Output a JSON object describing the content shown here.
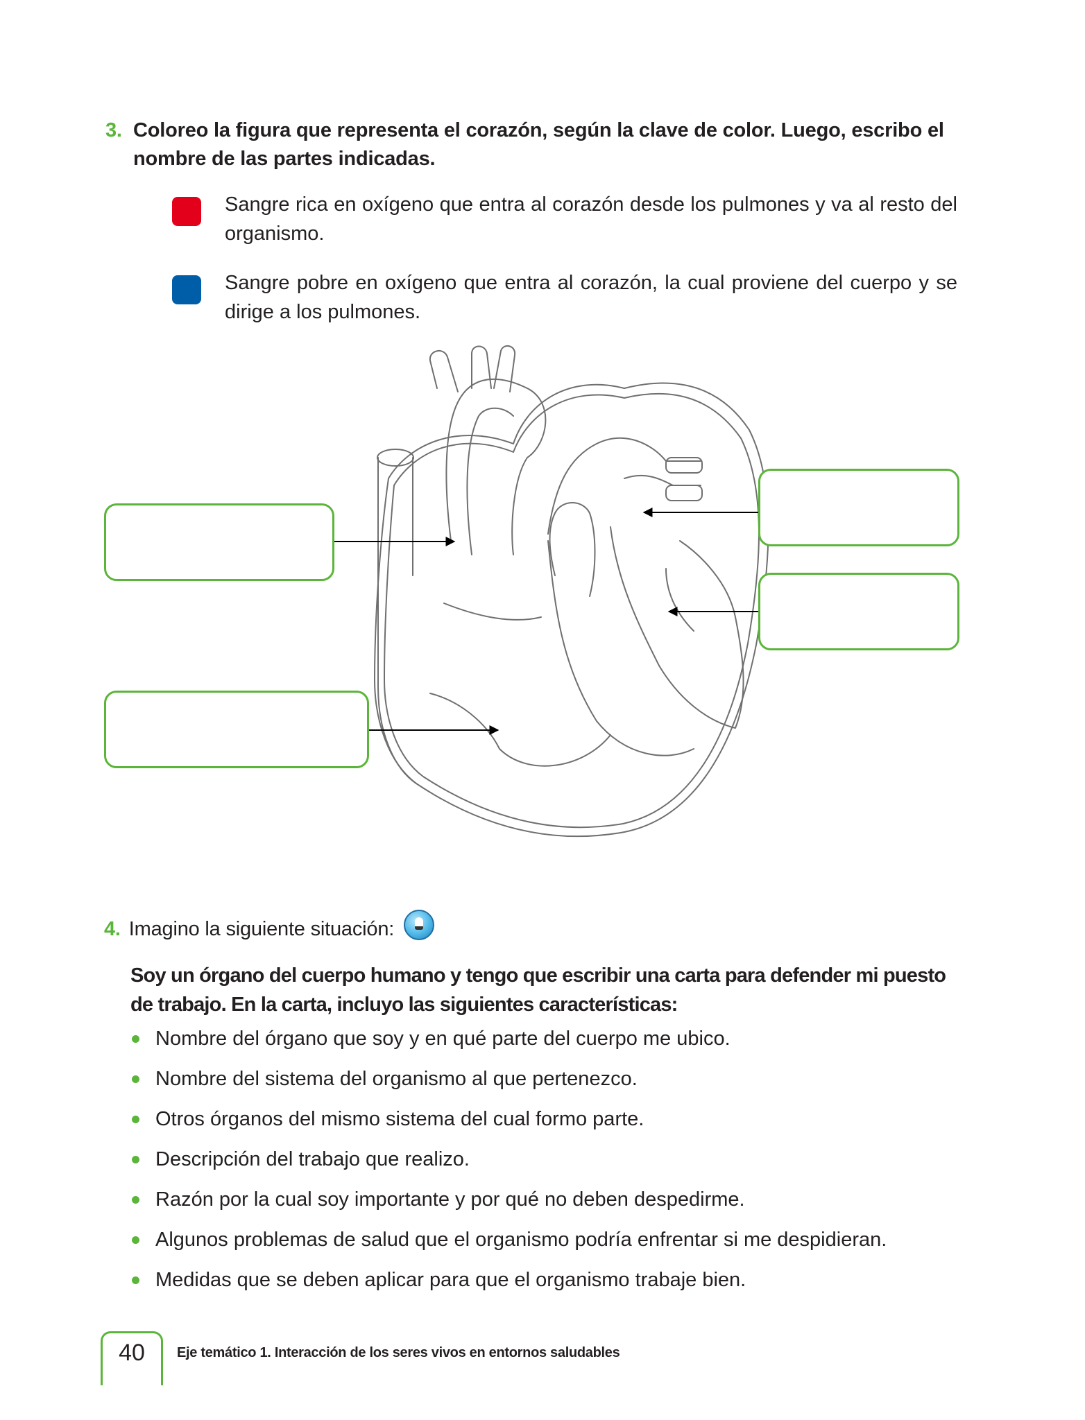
{
  "q3": {
    "number": "3.",
    "title": "Coloreo la figura que representa el corazón, según la clave de color. Luego, escribo el nombre de las partes indicadas.",
    "key": [
      {
        "color": "#e2001a",
        "text": "Sangre rica en oxígeno que entra al corazón desde los pulmones y va al resto del organismo."
      },
      {
        "color": "#005ea8",
        "text": "Sangre pobre en oxígeno que entra al corazón, la cual proviene del cuerpo y se dirige a los pulmones."
      }
    ]
  },
  "q4": {
    "number": "4.",
    "title": "Imagino la siguiente situación:",
    "icon": "lightbulb-icon",
    "intro": "Soy un órgano del cuerpo humano y tengo que escribir una carta para defender mi puesto de trabajo. En la carta, incluyo las siguientes características:",
    "bullets": [
      "Nombre del órgano que soy y en qué parte del cuerpo me ubico.",
      "Nombre del sistema del organismo al que pertenezco.",
      "Otros órganos del mismo sistema del cual formo parte.",
      "Descripción del trabajo que realizo.",
      "Razón por la cual soy importante y por qué no deben despedirme.",
      "Algunos problemas de salud que el organismo podría enfrentar si me despidieran.",
      "Medidas que se deben aplicar para que el organismo trabaje bien."
    ]
  },
  "footer": {
    "page_number": "40",
    "text": "Eje temático 1. Interacción de los seres vivos en entornos saludables"
  },
  "colors": {
    "accent": "#5bb53a",
    "red_key": "#e2001a",
    "blue_key": "#005ea8"
  }
}
